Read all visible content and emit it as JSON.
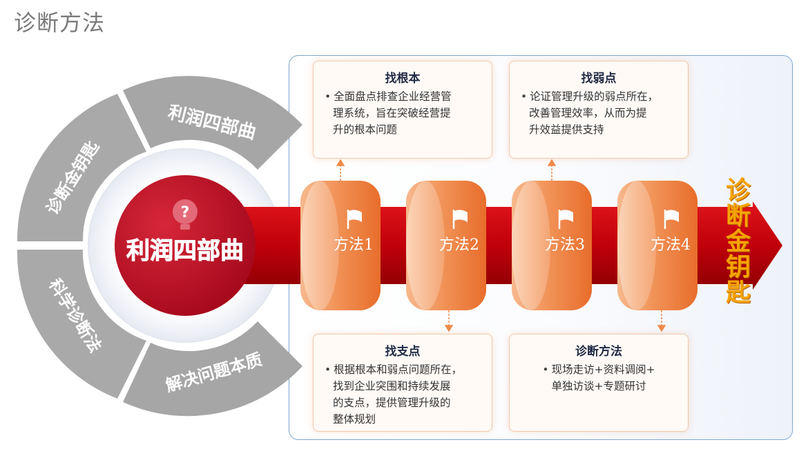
{
  "page_title": "诊断方法",
  "center_label": "利润四部曲",
  "ring_segments": [
    "利润四部曲",
    "诊断金钥匙",
    "科学诊断法",
    "解决问题本质"
  ],
  "methods": [
    "方法1",
    "方法2",
    "方法3",
    "方法4"
  ],
  "arrow_label_chars": [
    "诊",
    "断",
    "金",
    "钥",
    "匙"
  ],
  "cards": {
    "root": {
      "title": "找根本",
      "lines": [
        "全面盘点排查企业经营管",
        "理系统，旨在突破经营提",
        "升的根本问题"
      ]
    },
    "weak": {
      "title": "找弱点",
      "lines": [
        "论证管理升级的弱点所在，",
        "改善管理效率，从而为提",
        "升效益提供支持"
      ]
    },
    "support": {
      "title": "找支点",
      "lines": [
        "根据根本和弱点问题所在，",
        "找到企业突围和持续发展",
        "的支点，提供管理升级的",
        "整体规划"
      ]
    },
    "diagnosis": {
      "title": "诊断方法",
      "lines": [
        "现场走访+资料调阅+",
        "单独访谈+专题研讨"
      ]
    }
  },
  "icons": {
    "center": "question-bulb-icon",
    "method": "flag-icon"
  },
  "colors": {
    "arrow_red": "#c8000a",
    "ring_gray": "#a6a6a6",
    "drum_orange": "#f08a4b",
    "label_gold": "#f6a300",
    "title_gray": "#7a7a7a"
  }
}
